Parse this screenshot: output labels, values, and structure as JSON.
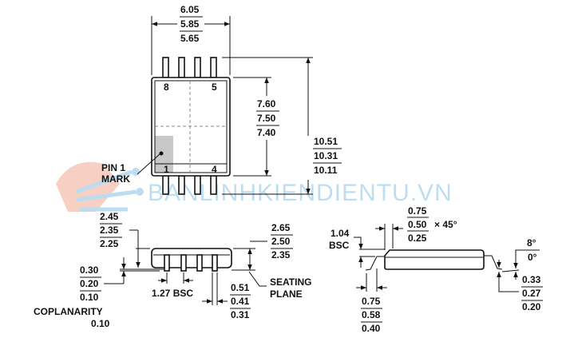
{
  "watermark": "BANLINHKIENDIENTU.VN",
  "top_view": {
    "width_dims": [
      "6.05",
      "5.85",
      "5.65"
    ],
    "body_length_dims": [
      "7.60",
      "7.50",
      "7.40"
    ],
    "overall_length_dims": [
      "10.51",
      "10.31",
      "10.11"
    ],
    "pin_labels": {
      "pin8": "8",
      "pin5": "5",
      "pin1": "1",
      "pin4": "4"
    },
    "pin1_mark": [
      "PIN 1",
      "MARK"
    ]
  },
  "side_view": {
    "body_height_dims": [
      "2.45",
      "2.35",
      "2.25"
    ],
    "total_height_dims": [
      "2.65",
      "2.50",
      "2.35"
    ],
    "standoff_dims": [
      "0.30",
      "0.20",
      "0.10"
    ],
    "pitch": "1.27 BSC",
    "lead_width_dims": [
      "0.51",
      "0.41",
      "0.31"
    ],
    "seating_plane": [
      "SEATING",
      "PLANE"
    ],
    "coplanarity": [
      "COPLANARITY",
      "0.10"
    ]
  },
  "end_view": {
    "chamfer_dims": [
      "0.75",
      "0.50",
      "0.25"
    ],
    "chamfer_angle": "× 45°",
    "lead_offset": [
      "1.04",
      "BSC"
    ],
    "angle_dims": [
      "8°",
      "0°"
    ],
    "lead_thickness_dims": [
      "0.33",
      "0.27",
      "0.20"
    ],
    "foot_length_dims": [
      "0.75",
      "0.58",
      "0.40"
    ]
  }
}
